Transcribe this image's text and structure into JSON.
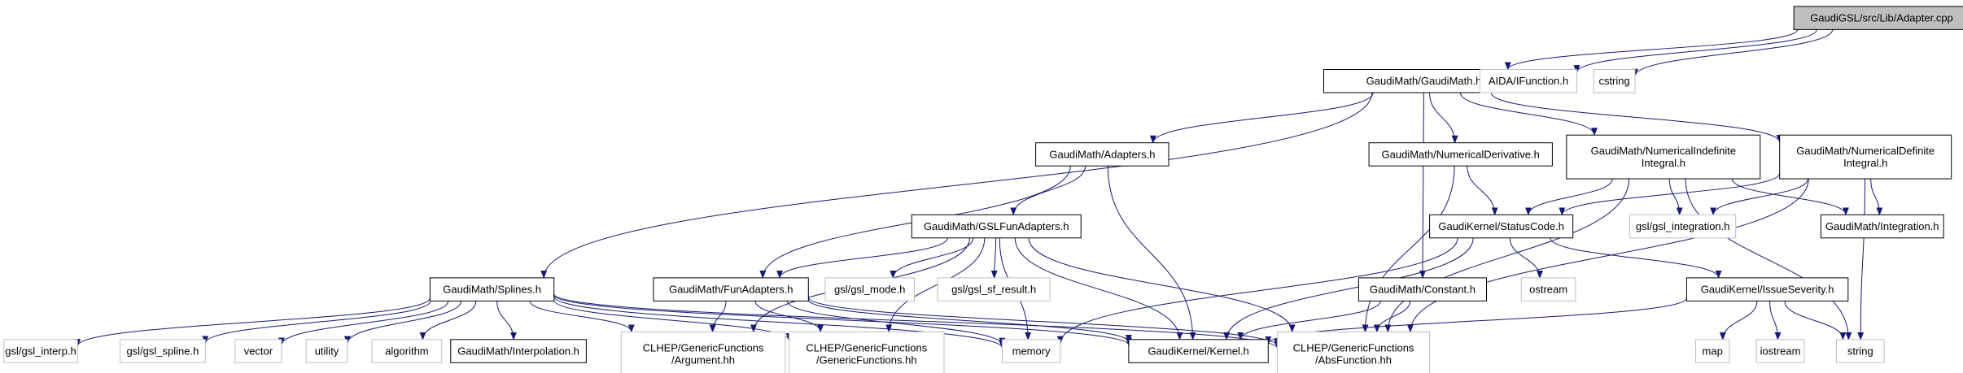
{
  "diagram": {
    "type": "include-dependency-graph",
    "colors": {
      "edge": "#191970",
      "root_fill": "#bfbfbf",
      "documented_border": "#000000",
      "external_border": "#bfbfbf",
      "node_fill": "#ffffff"
    },
    "nodes": [
      {
        "id": "root",
        "label": [
          "GaudiGSL/src/Lib/Adapter.cpp"
        ],
        "kind": "root"
      },
      {
        "id": "gaudimath",
        "label": [
          "GaudiMath/GaudiMath.h"
        ],
        "kind": "documented"
      },
      {
        "id": "aida",
        "label": [
          "AIDA/IFunction.h"
        ],
        "kind": "external"
      },
      {
        "id": "cstring",
        "label": [
          "cstring"
        ],
        "kind": "external"
      },
      {
        "id": "adapters",
        "label": [
          "GaudiMath/Adapters.h"
        ],
        "kind": "documented"
      },
      {
        "id": "numderiv",
        "label": [
          "GaudiMath/NumericalDerivative.h"
        ],
        "kind": "documented"
      },
      {
        "id": "numindef",
        "label": [
          "GaudiMath/NumericalIndefinite",
          "Integral.h"
        ],
        "kind": "documented"
      },
      {
        "id": "numdef",
        "label": [
          "GaudiMath/NumericalDefinite",
          "Integral.h"
        ],
        "kind": "documented"
      },
      {
        "id": "gslfun",
        "label": [
          "GaudiMath/GSLFunAdapters.h"
        ],
        "kind": "documented"
      },
      {
        "id": "statuscode",
        "label": [
          "GaudiKernel/StatusCode.h"
        ],
        "kind": "documented"
      },
      {
        "id": "gslint",
        "label": [
          "gsl/gsl_integration.h"
        ],
        "kind": "external"
      },
      {
        "id": "integration",
        "label": [
          "GaudiMath/Integration.h"
        ],
        "kind": "documented"
      },
      {
        "id": "splines",
        "label": [
          "GaudiMath/Splines.h"
        ],
        "kind": "documented"
      },
      {
        "id": "funadapters",
        "label": [
          "GaudiMath/FunAdapters.h"
        ],
        "kind": "documented"
      },
      {
        "id": "gslmode",
        "label": [
          "gsl/gsl_mode.h"
        ],
        "kind": "external"
      },
      {
        "id": "gslsf",
        "label": [
          "gsl/gsl_sf_result.h"
        ],
        "kind": "external"
      },
      {
        "id": "constant",
        "label": [
          "GaudiMath/Constant.h"
        ],
        "kind": "documented"
      },
      {
        "id": "ostream",
        "label": [
          "ostream"
        ],
        "kind": "external"
      },
      {
        "id": "issue",
        "label": [
          "GaudiKernel/IssueSeverity.h"
        ],
        "kind": "documented"
      },
      {
        "id": "interp",
        "label": [
          "gsl/gsl_interp.h"
        ],
        "kind": "external"
      },
      {
        "id": "spline",
        "label": [
          "gsl/gsl_spline.h"
        ],
        "kind": "external"
      },
      {
        "id": "vector",
        "label": [
          "vector"
        ],
        "kind": "external"
      },
      {
        "id": "utility",
        "label": [
          "utility"
        ],
        "kind": "external"
      },
      {
        "id": "algorithm",
        "label": [
          "algorithm"
        ],
        "kind": "external"
      },
      {
        "id": "interpolation",
        "label": [
          "GaudiMath/Interpolation.h"
        ],
        "kind": "documented"
      },
      {
        "id": "argument",
        "label": [
          "CLHEP/GenericFunctions",
          "/Argument.hh"
        ],
        "kind": "external"
      },
      {
        "id": "genfuncs",
        "label": [
          "CLHEP/GenericFunctions",
          "/GenericFunctions.hh"
        ],
        "kind": "external"
      },
      {
        "id": "memory",
        "label": [
          "memory"
        ],
        "kind": "external"
      },
      {
        "id": "kernel",
        "label": [
          "GaudiKernel/Kernel.h"
        ],
        "kind": "documented"
      },
      {
        "id": "absfunc",
        "label": [
          "CLHEP/GenericFunctions",
          "/AbsFunction.hh"
        ],
        "kind": "external"
      },
      {
        "id": "map",
        "label": [
          "map"
        ],
        "kind": "external"
      },
      {
        "id": "iostream",
        "label": [
          "iostream"
        ],
        "kind": "external"
      },
      {
        "id": "string",
        "label": [
          "string"
        ],
        "kind": "external"
      }
    ],
    "edges": [
      [
        "root",
        "gaudimath"
      ],
      [
        "root",
        "aida"
      ],
      [
        "root",
        "cstring"
      ],
      [
        "gaudimath",
        "splines"
      ],
      [
        "gaudimath",
        "adapters"
      ],
      [
        "gaudimath",
        "constant"
      ],
      [
        "gaudimath",
        "numderiv"
      ],
      [
        "gaudimath",
        "numindef"
      ],
      [
        "gaudimath",
        "numdef"
      ],
      [
        "adapters",
        "gslfun"
      ],
      [
        "adapters",
        "funadapters"
      ],
      [
        "adapters",
        "kernel"
      ],
      [
        "gslfun",
        "funadapters"
      ],
      [
        "gslfun",
        "gslmode"
      ],
      [
        "gslfun",
        "gslsf"
      ],
      [
        "gslfun",
        "argument"
      ],
      [
        "gslfun",
        "genfuncs"
      ],
      [
        "gslfun",
        "memory"
      ],
      [
        "gslfun",
        "kernel"
      ],
      [
        "gslfun",
        "absfunc"
      ],
      [
        "numderiv",
        "statuscode"
      ],
      [
        "numderiv",
        "absfunc"
      ],
      [
        "numindef",
        "statuscode"
      ],
      [
        "numindef",
        "gslint"
      ],
      [
        "numindef",
        "integration"
      ],
      [
        "numindef",
        "absfunc"
      ],
      [
        "numindef",
        "string"
      ],
      [
        "numdef",
        "statuscode"
      ],
      [
        "numdef",
        "gslint"
      ],
      [
        "numdef",
        "integration"
      ],
      [
        "numdef",
        "absfunc"
      ],
      [
        "numdef",
        "string"
      ],
      [
        "statuscode",
        "memory"
      ],
      [
        "statuscode",
        "kernel"
      ],
      [
        "statuscode",
        "ostream"
      ],
      [
        "statuscode",
        "issue"
      ],
      [
        "issue",
        "kernel"
      ],
      [
        "issue",
        "map"
      ],
      [
        "issue",
        "iostream"
      ],
      [
        "issue",
        "string"
      ],
      [
        "constant",
        "kernel"
      ],
      [
        "constant",
        "absfunc"
      ],
      [
        "funadapters",
        "argument"
      ],
      [
        "funadapters",
        "genfuncs"
      ],
      [
        "funadapters",
        "memory"
      ],
      [
        "funadapters",
        "kernel"
      ],
      [
        "funadapters",
        "absfunc"
      ],
      [
        "splines",
        "interp"
      ],
      [
        "splines",
        "spline"
      ],
      [
        "splines",
        "vector"
      ],
      [
        "splines",
        "utility"
      ],
      [
        "splines",
        "algorithm"
      ],
      [
        "splines",
        "interpolation"
      ],
      [
        "splines",
        "argument"
      ],
      [
        "splines",
        "genfuncs"
      ],
      [
        "splines",
        "memory"
      ],
      [
        "splines",
        "kernel"
      ],
      [
        "splines",
        "absfunc"
      ]
    ]
  }
}
